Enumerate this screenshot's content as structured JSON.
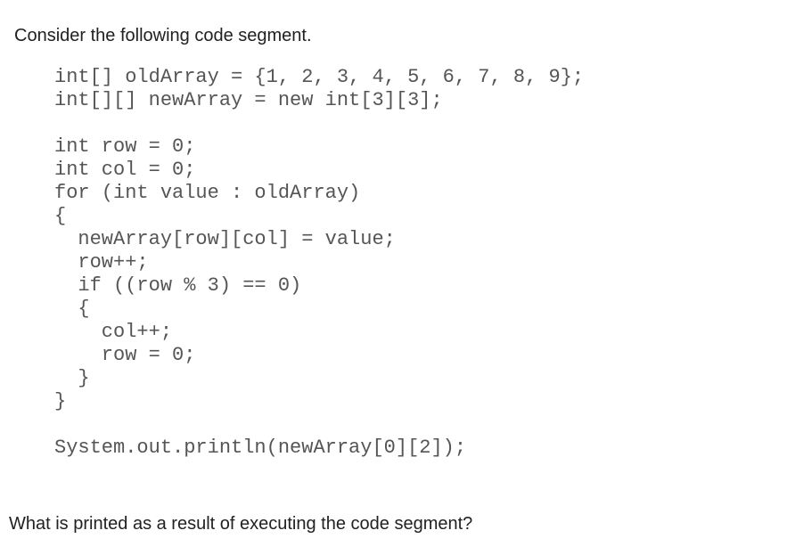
{
  "intro_text": "Consider the following code segment.",
  "code_lines": [
    "int[] oldArray = {1, 2, 3, 4, 5, 6, 7, 8, 9};",
    "int[][] newArray = new int[3][3];",
    "",
    "int row = 0;",
    "int col = 0;",
    "for (int value : oldArray)",
    "{",
    "  newArray[row][col] = value;",
    "  row++;",
    "  if ((row % 3) == 0)",
    "  {",
    "    col++;",
    "    row = 0;",
    "  }",
    "}",
    "",
    "System.out.println(newArray[0][2]);"
  ],
  "question_text": "What is printed as a result of executing the code segment?"
}
